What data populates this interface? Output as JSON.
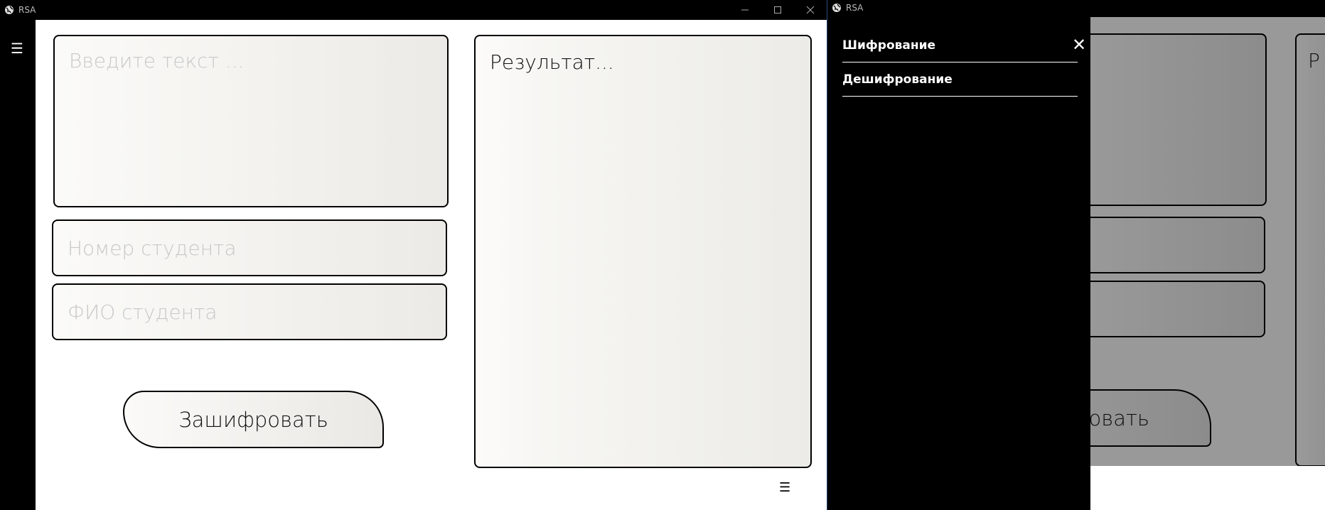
{
  "window1": {
    "title": "RSA",
    "controls": {
      "minimize": "—",
      "maximize": "☐",
      "close": "✕"
    },
    "menu_icon": "☰",
    "input_text": {
      "placeholder": "Введите текст ...",
      "value": ""
    },
    "student_number": {
      "placeholder": "Номер студента",
      "value": ""
    },
    "student_name": {
      "placeholder": "ФИО студента",
      "value": ""
    },
    "encrypt_button": "Зашифровать",
    "result_text": "Результат...",
    "bottom_menu_icon": "☰"
  },
  "window2": {
    "title": "RSA",
    "drawer": {
      "close_icon": "✕",
      "items": [
        {
          "label": "Шифрование"
        },
        {
          "label": "Дешифрование"
        }
      ]
    },
    "dimmed_result_fragment": "Р",
    "dimmed_button_fragment": "ровать"
  }
}
